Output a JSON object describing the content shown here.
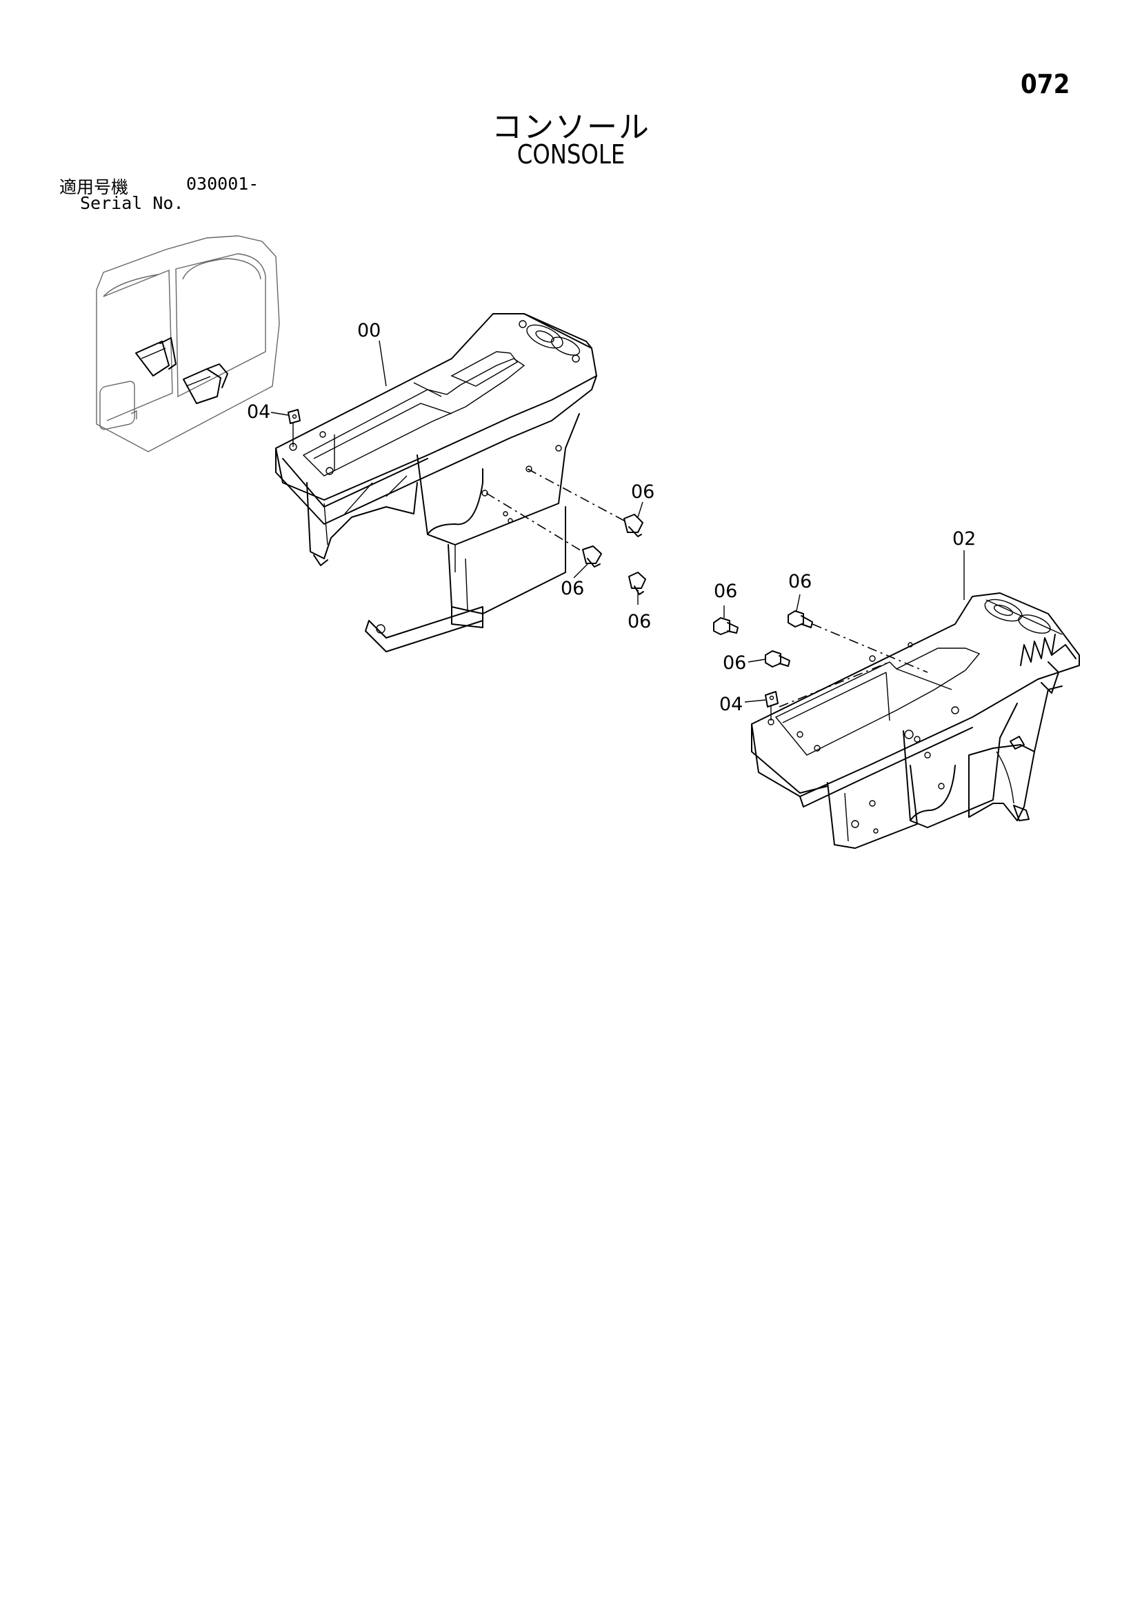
{
  "page_number": "072",
  "title_jp": "コンソール",
  "title_en": "CONSOLE",
  "serial": {
    "label_jp": "適用号機",
    "value": "030001-",
    "label_en": "Serial No."
  },
  "callouts": {
    "c00": "00",
    "c04a": "04",
    "c06a": "06",
    "c06b": "06",
    "c06c": "06",
    "c02": "02",
    "c06d": "06",
    "c06e": "06",
    "c06f": "06",
    "c04b": "04"
  }
}
